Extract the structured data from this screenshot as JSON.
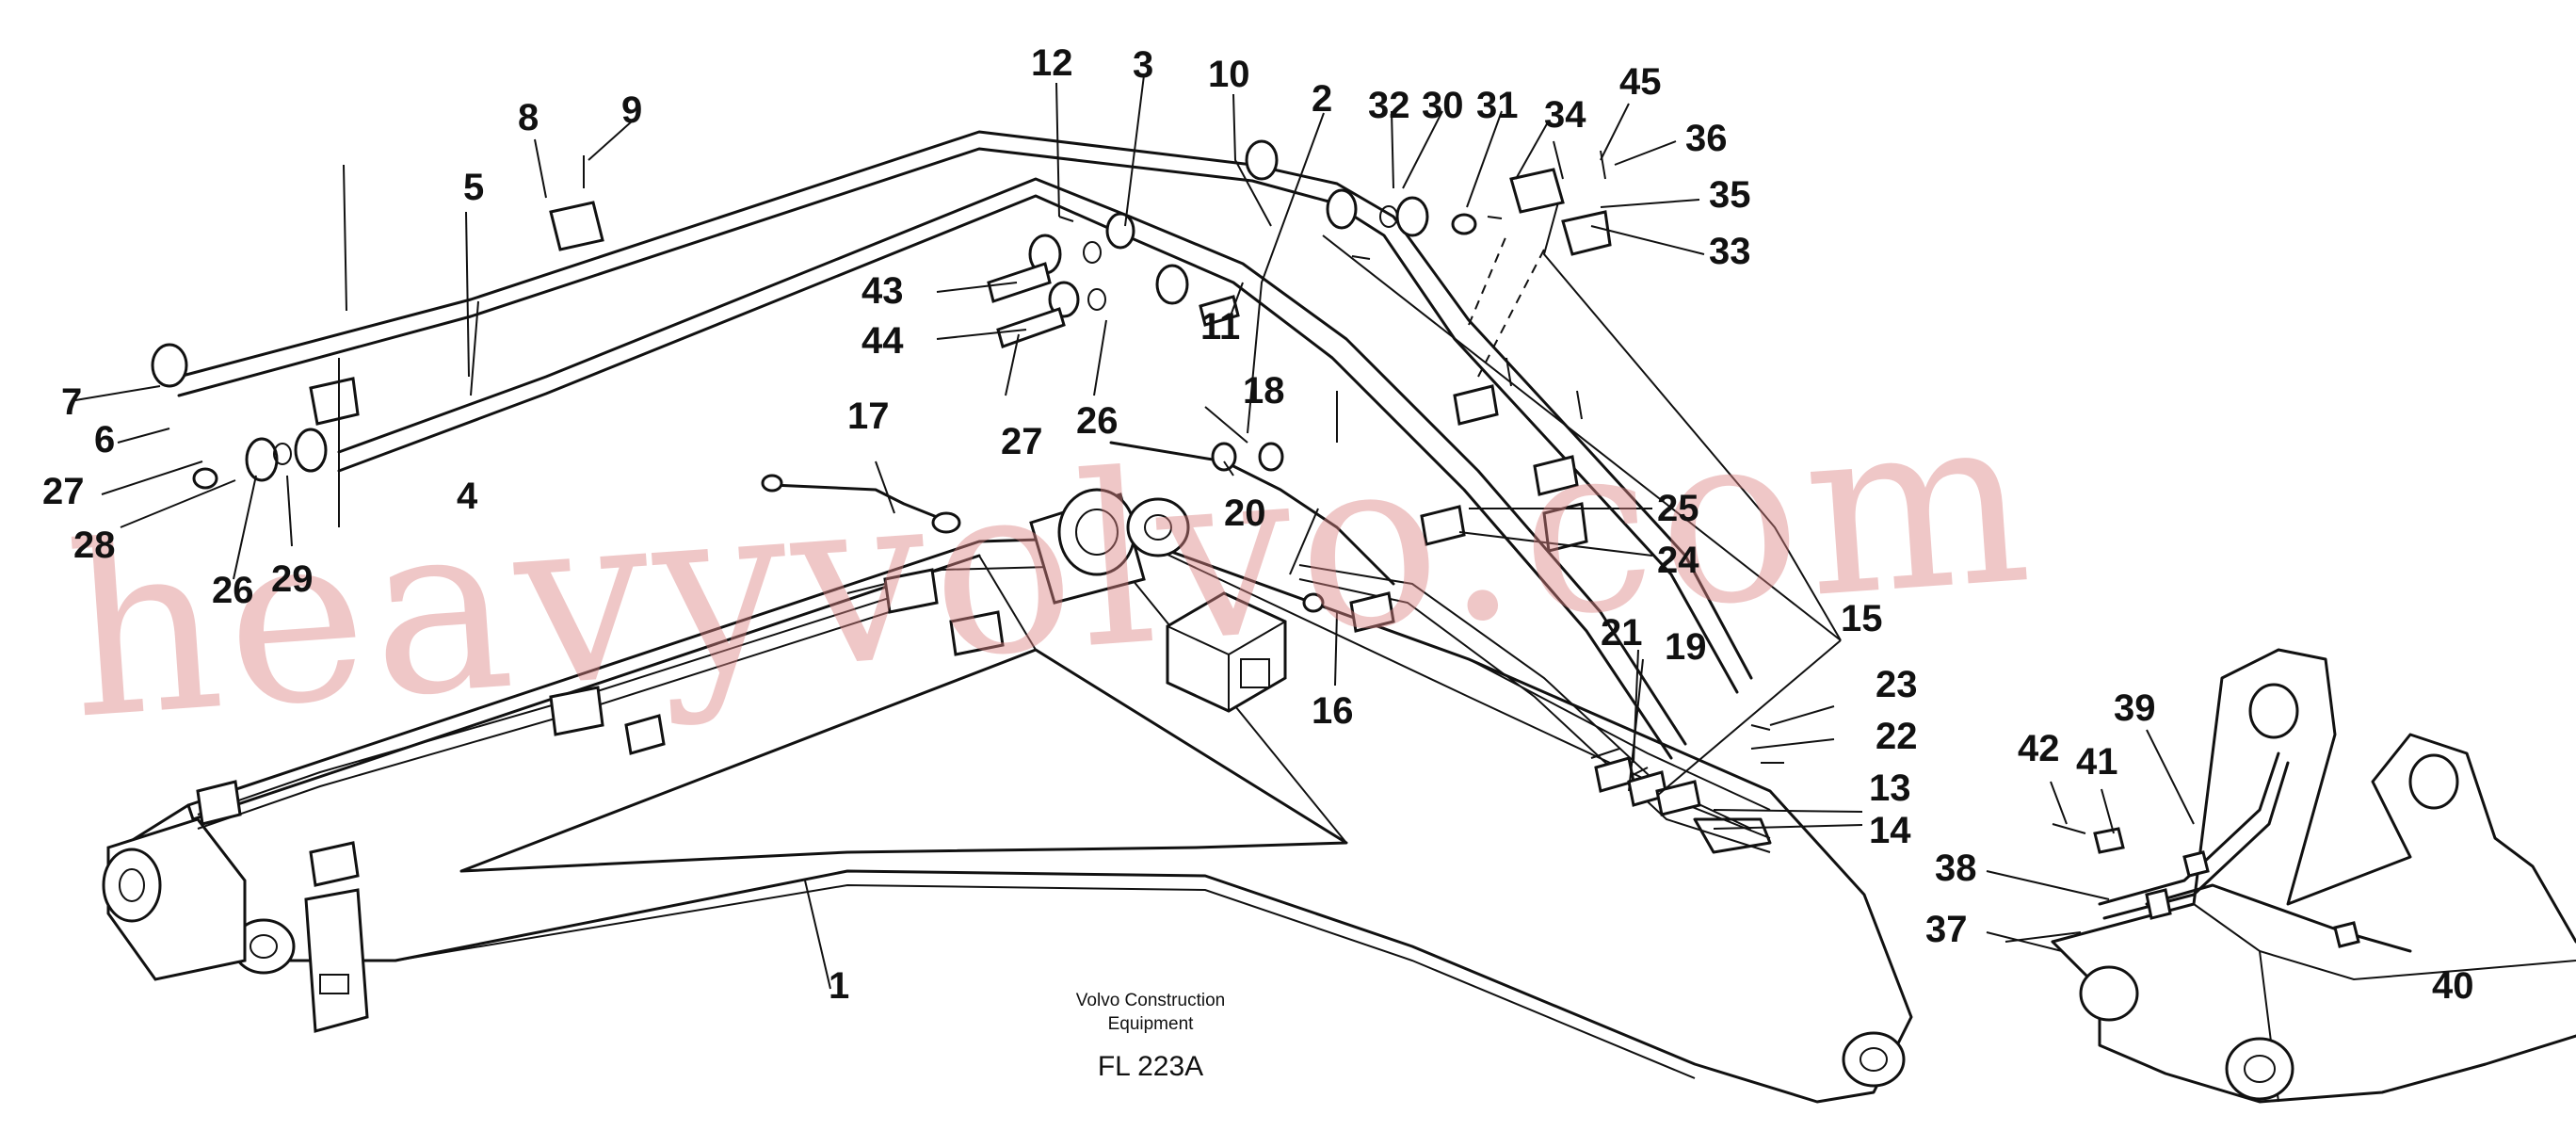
{
  "caption": {
    "line1": "Volvo Construction",
    "line2": "Equipment",
    "code": "FL 223A"
  },
  "watermark": "heavyvolvo.com",
  "callouts": [
    {
      "id": "1",
      "label": "1"
    },
    {
      "id": "2",
      "label": "2"
    },
    {
      "id": "3",
      "label": "3"
    },
    {
      "id": "4",
      "label": "4"
    },
    {
      "id": "5",
      "label": "5"
    },
    {
      "id": "6",
      "label": "6"
    },
    {
      "id": "7",
      "label": "7"
    },
    {
      "id": "8",
      "label": "8"
    },
    {
      "id": "9",
      "label": "9"
    },
    {
      "id": "10",
      "label": "10"
    },
    {
      "id": "11",
      "label": "11"
    },
    {
      "id": "12",
      "label": "12"
    },
    {
      "id": "13",
      "label": "13"
    },
    {
      "id": "14",
      "label": "14"
    },
    {
      "id": "15",
      "label": "15"
    },
    {
      "id": "16",
      "label": "16"
    },
    {
      "id": "17",
      "label": "17"
    },
    {
      "id": "18",
      "label": "18"
    },
    {
      "id": "19",
      "label": "19"
    },
    {
      "id": "20",
      "label": "20"
    },
    {
      "id": "21",
      "label": "21"
    },
    {
      "id": "22",
      "label": "22"
    },
    {
      "id": "23",
      "label": "23"
    },
    {
      "id": "24",
      "label": "24"
    },
    {
      "id": "25",
      "label": "25"
    },
    {
      "id": "26a",
      "label": "26"
    },
    {
      "id": "26b",
      "label": "26"
    },
    {
      "id": "27a",
      "label": "27"
    },
    {
      "id": "27b",
      "label": "27"
    },
    {
      "id": "28",
      "label": "28"
    },
    {
      "id": "29",
      "label": "29"
    },
    {
      "id": "30",
      "label": "30"
    },
    {
      "id": "31",
      "label": "31"
    },
    {
      "id": "32",
      "label": "32"
    },
    {
      "id": "33",
      "label": "33"
    },
    {
      "id": "34",
      "label": "34"
    },
    {
      "id": "35",
      "label": "35"
    },
    {
      "id": "36",
      "label": "36"
    },
    {
      "id": "37",
      "label": "37"
    },
    {
      "id": "38",
      "label": "38"
    },
    {
      "id": "39",
      "label": "39"
    },
    {
      "id": "40",
      "label": "40"
    },
    {
      "id": "41",
      "label": "41"
    },
    {
      "id": "42",
      "label": "42"
    },
    {
      "id": "43",
      "label": "43"
    },
    {
      "id": "44",
      "label": "44"
    },
    {
      "id": "45",
      "label": "45"
    }
  ]
}
